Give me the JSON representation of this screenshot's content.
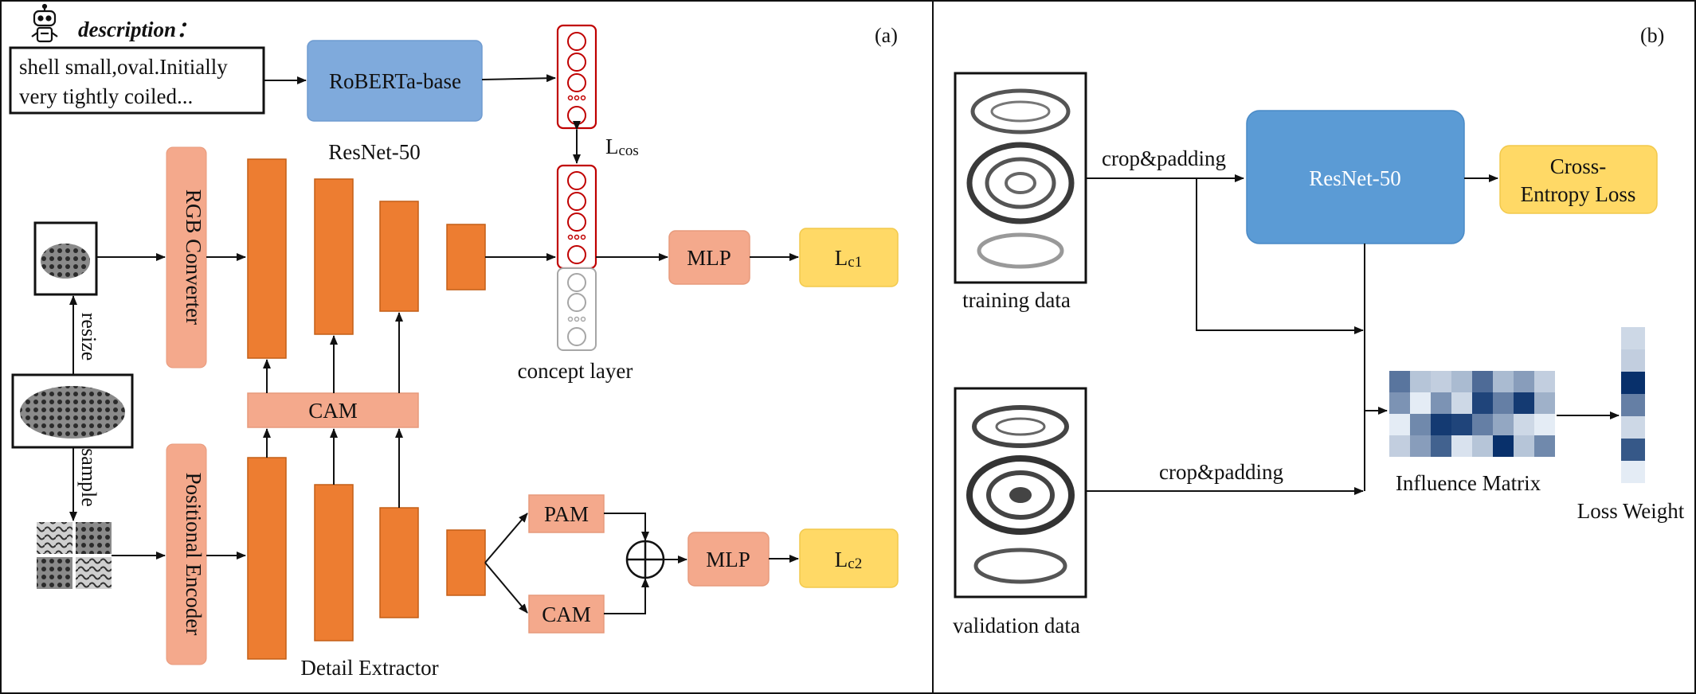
{
  "panel_a": {
    "tag": "(a)",
    "description_title": "description：",
    "description_line1": "shell small,oval.Initially",
    "description_line2": "very tightly coiled...",
    "roberta_label": "RoBERTa-base",
    "resnet_label": "ResNet-50",
    "lcos_main": "L",
    "lcos_sub": "cos",
    "rgb_converter_label": "RGB Converter",
    "positional_encoder_label": "Positional Encoder",
    "resize_label": "resize",
    "sample_label": "sample",
    "cam_label": "CAM",
    "concept_layer_label": "concept layer",
    "mlp_label": "MLP",
    "lc1_main": "L",
    "lc1_sub": "c1",
    "pam_label": "PAM",
    "cam2_label": "CAM",
    "mlp2_label": "MLP",
    "lc2_main": "L",
    "lc2_sub": "c2",
    "detail_extractor_label": "Detail Extractor"
  },
  "panel_b": {
    "tag": "(b)",
    "training_data_label": "training data",
    "validation_data_label": "validation data",
    "crop_padding_top": "crop&padding",
    "crop_padding_bottom": "crop&padding",
    "resnet_label": "ResNet-50",
    "cross_entropy_line1": "Cross-",
    "cross_entropy_line2": "Entropy Loss",
    "influence_matrix_label": "Influence Matrix",
    "loss_weight_label": "Loss Weight"
  },
  "colors": {
    "orange_block": "#ED7D31",
    "salmon_block": "#F4A98C",
    "yellow_box": "#FFD966",
    "blue_box": "#5B9BD5",
    "roberta_box": "#7FAADC",
    "concept_red": "#C00000",
    "concept_gray": "#A6A6A6"
  },
  "influence_matrix": [
    [
      0.65,
      0.25,
      0.2,
      0.3,
      0.7,
      0.3,
      0.45,
      0.2
    ],
    [
      0.5,
      0.05,
      0.5,
      0.15,
      0.9,
      0.6,
      0.95,
      0.35
    ],
    [
      0.05,
      0.55,
      0.95,
      0.9,
      0.6,
      0.4,
      0.15,
      0.05
    ],
    [
      0.2,
      0.45,
      0.75,
      0.1,
      0.25,
      1.0,
      0.25,
      0.55
    ]
  ],
  "loss_weight": [
    0.15,
    0.2,
    1.0,
    0.6,
    0.15,
    0.8,
    0.05
  ]
}
